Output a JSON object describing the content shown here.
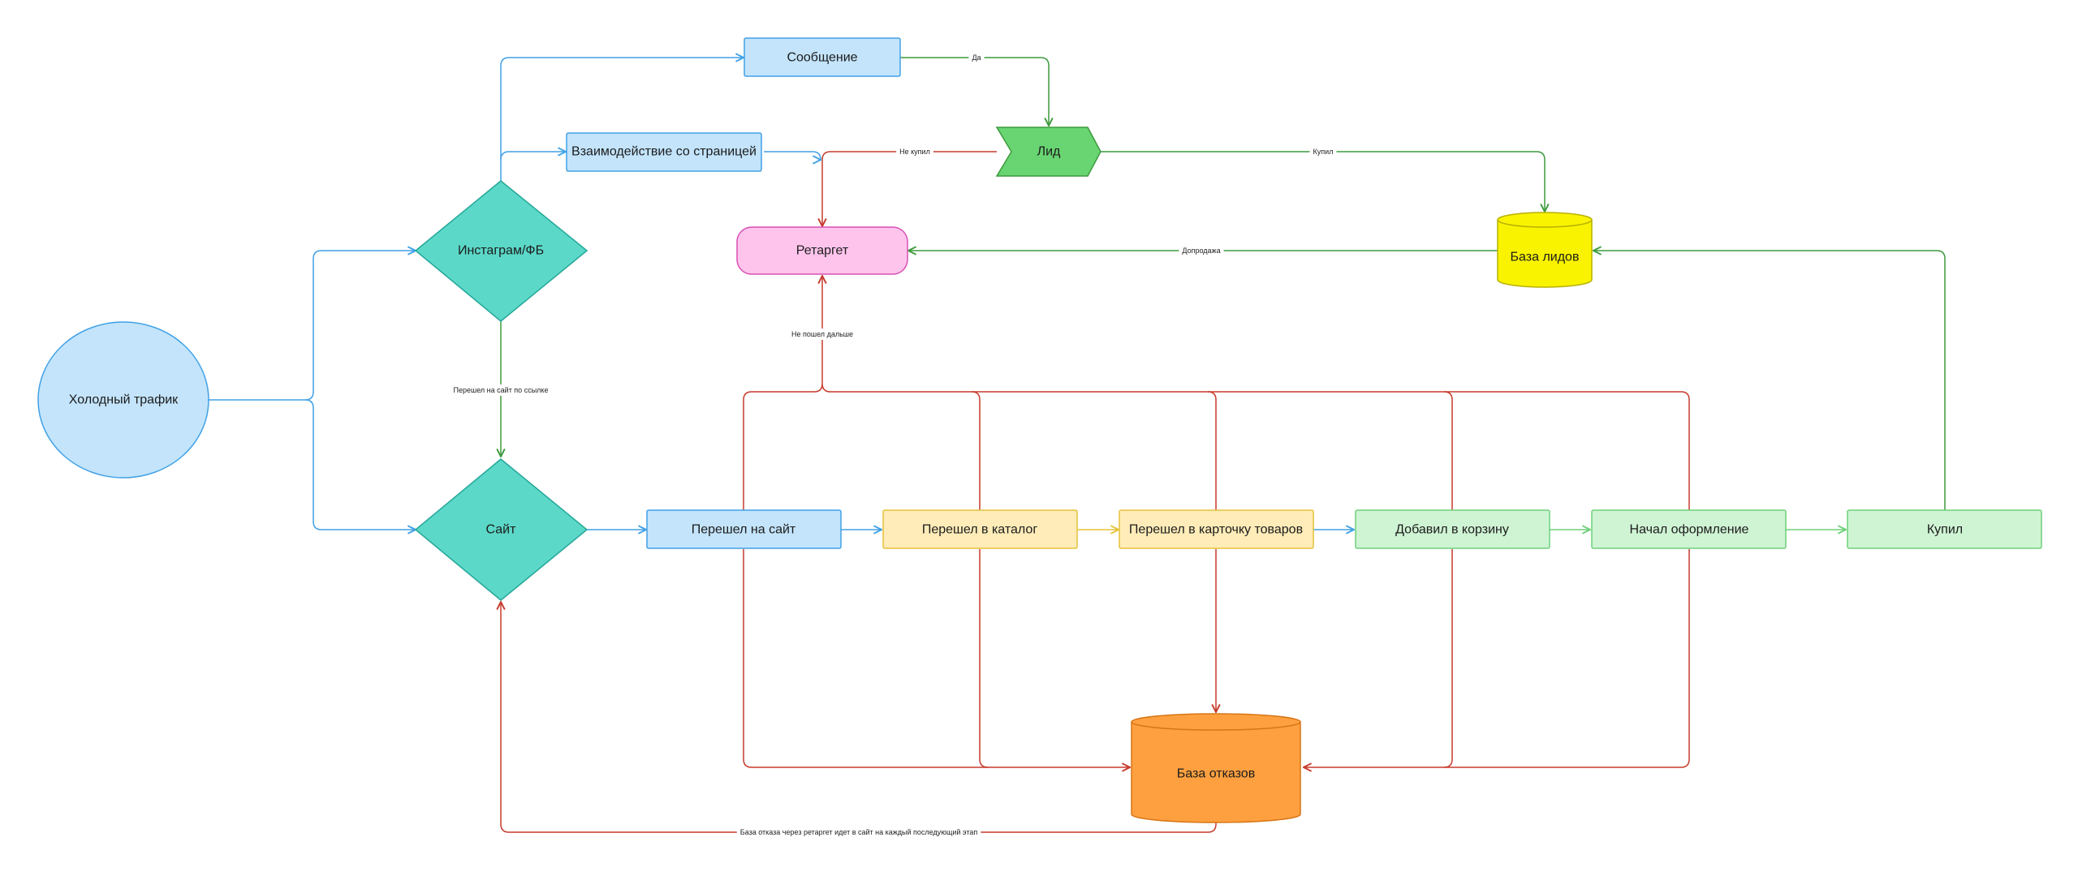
{
  "nodes": {
    "cold_traffic": "Холодный трафик",
    "insta_fb": "Инстаграм/ФБ",
    "site": "Сайт",
    "message": "Сообщение",
    "page_interaction": "Взаимодействие со страницей",
    "lead": "Лид",
    "retarget": "Ретаргет",
    "leads_db": "База лидов",
    "went_to_site": "Перешел на сайт",
    "catalog": "Перешел в каталог",
    "product_card": "Перешел в карточку товаров",
    "added_to_cart": "Добавил в корзину",
    "checkout": "Начал оформление",
    "bought": "Купил",
    "rejects_db": "База отказов"
  },
  "edge_labels": {
    "yes": "Да",
    "not_bought": "Не купил",
    "bought": "Купил",
    "upsell": "Допродажа",
    "no_further": "Не пошел дальше",
    "link_to_site": "Перешел на сайт по ссылке",
    "reject_path": "База отказа через ретаргет идет в сайт на каждый последующий этап"
  },
  "colors": {
    "light_blue": "#c3e4fb",
    "blue_stroke": "#41a1e6",
    "teal": "#5bd8c8",
    "teal_stroke": "#25a799",
    "green": "#68d472",
    "green_stroke": "#3d9a3d",
    "pink": "#ffc4ec",
    "pink_stroke": "#d84fb5",
    "yellow": "#f9f300",
    "yellow_stroke": "#b8b000",
    "orange": "#ffa040",
    "orange_stroke": "#d67514",
    "pale_yellow": "#ffecb8",
    "pale_yellow_stroke": "#e6c23a",
    "pale_green": "#cff4d4",
    "pale_green_stroke": "#6fd07a",
    "red_edge": "#c73a2c"
  }
}
